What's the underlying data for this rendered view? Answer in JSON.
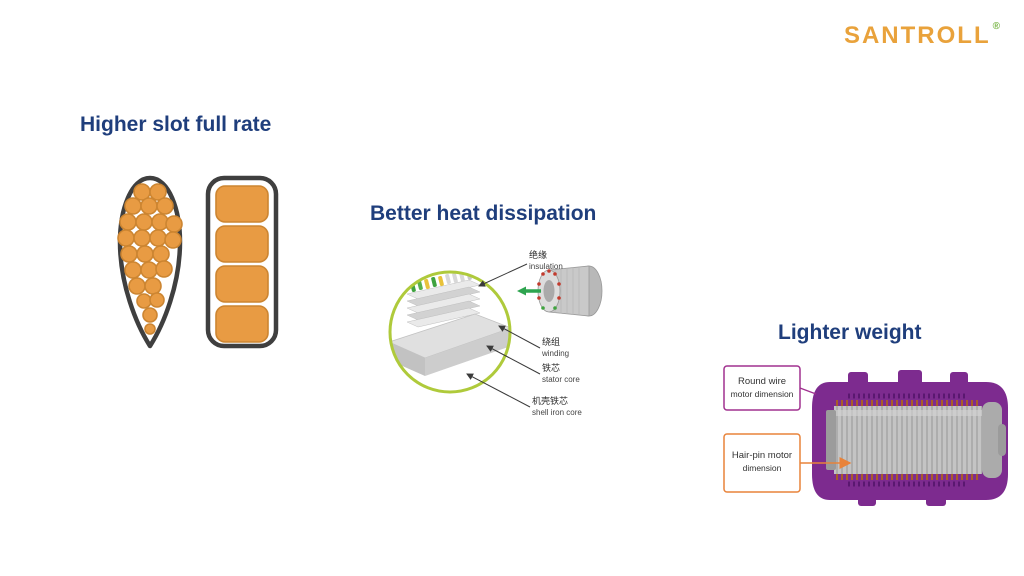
{
  "logo": {
    "text": "SANTROLL",
    "registered": "®"
  },
  "headings": {
    "slot": "Higher slot full rate",
    "heat": "Better heat dissipation",
    "weight": "Lighter weight"
  },
  "heat_labels": {
    "insulation": {
      "zh": "绝缘",
      "en": "insulation"
    },
    "winding": {
      "zh": "绕组",
      "en": "winding"
    },
    "stator_core": {
      "zh": "铁芯",
      "en": "stator core"
    },
    "shell_iron_core": {
      "zh": "机壳铁芯",
      "en": "shell iron core"
    }
  },
  "weight_labels": {
    "round_wire": {
      "line1": "Round wire",
      "line2": "motor dimension"
    },
    "hair_pin": {
      "line1": "Hair-pin motor",
      "line2": "dimension"
    }
  },
  "colors": {
    "heading": "#1F3E7C",
    "logo_gold": "#E9A23B",
    "logo_green": "#7AB648",
    "slot_orange": "#E89B43",
    "outline_gray": "#3F3F3F",
    "circle_green": "#AFCA3B",
    "purple": "#7D2B8F",
    "label_purple_border": "#A0308F",
    "label_orange_border": "#E8833A"
  }
}
